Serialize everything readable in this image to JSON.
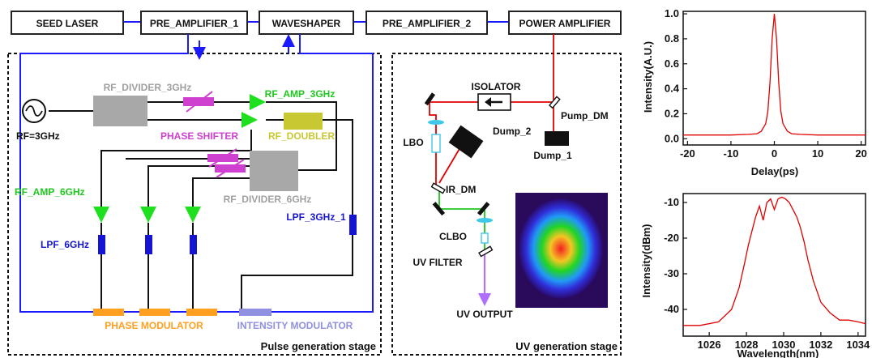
{
  "diagram": {
    "boxes": {
      "seed_laser": "SEED LASER",
      "pre_amp_1": "PRE_AMPLIFIER_1",
      "waveshaper": "WAVESHAPER",
      "pre_amp_2": "PRE_AMPLIFIER_2",
      "power_amp": "POWER AMPLIFIER"
    },
    "pulse_stage": {
      "rf_source": "RF=3GHz",
      "rf_divider_3ghz": "RF_DIVIDER_3GHz",
      "rf_amp_3ghz": "RF_AMP_3GHz",
      "phase_shifter": "PHASE SHIFTER",
      "rf_doubler": "RF_DOUBLER",
      "rf_divider_6ghz": "RF_DIVIDER_6GHz",
      "rf_amp_6ghz": "RF_AMP_6GHz",
      "lpf_6ghz": "LPF_6GHz",
      "lpf_3ghz_1": "LPF_3GHz_1",
      "phase_modulator": "PHASE MODULATOR",
      "intensity_modulator": "INTENSITY MODULATOR",
      "stage_label": "Pulse generation stage"
    },
    "uv_stage": {
      "isolator": "ISOLATOR",
      "pump_dm": "Pump_DM",
      "dump_1": "Dump_1",
      "dump_2": "Dump_2",
      "lbo": "LBO",
      "ir_dm": "IR_DM",
      "clbo": "CLBO",
      "uv_filter": "UV FILTER",
      "uv_output": "UV OUTPUT",
      "stage_label": "UV generation stage"
    },
    "colors": {
      "optical_fiber": "#1a1aff",
      "red_beam": "#e00000",
      "green_beam": "#1ec81e",
      "uv_beam": "#b070ff",
      "rf_amp": "#1ee01e",
      "phase_shifter": "#d040d0",
      "rf_doubler": "#c8c832",
      "divider": "#a8a8a8",
      "lpf": "#1414d2",
      "phase_modulator": "#ffa020",
      "intensity_modulator": "#9090e0",
      "lens": "#40c8e8"
    }
  },
  "chart_data": [
    {
      "type": "line",
      "title": "",
      "xlabel": "Delay(ps)",
      "ylabel": "Intensity(A.U.)",
      "xlim": [
        -21,
        21
      ],
      "ylim": [
        -0.05,
        1.02
      ],
      "xticks": [
        "-20",
        "-10",
        "0",
        "10",
        "20"
      ],
      "yticks": [
        "0.0",
        "0.2",
        "0.4",
        "0.6",
        "0.8",
        "1.0"
      ],
      "series": [
        {
          "color": "#e00000",
          "x": [
            -21,
            -15,
            -10,
            -6,
            -4,
            -3,
            -2,
            -1.5,
            -1,
            -0.5,
            0,
            0.5,
            1,
            1.5,
            2,
            3,
            4,
            6,
            10,
            15,
            21
          ],
          "y": [
            0.03,
            0.03,
            0.03,
            0.035,
            0.04,
            0.06,
            0.12,
            0.22,
            0.45,
            0.8,
            1.0,
            0.8,
            0.45,
            0.22,
            0.12,
            0.06,
            0.04,
            0.035,
            0.03,
            0.03,
            0.03
          ]
        }
      ]
    },
    {
      "type": "line",
      "title": "",
      "xlabel": "Wavelength(nm)",
      "ylabel": "Intensity(dBm)",
      "xlim": [
        1024.6,
        1034.4
      ],
      "ylim": [
        -47.5,
        -7.5
      ],
      "xticks": [
        "1026",
        "1028",
        "1030",
        "1032",
        "1034"
      ],
      "yticks": [
        "-10",
        "-20",
        "-30",
        "-40"
      ],
      "series": [
        {
          "color": "#e00000",
          "x": [
            1024.6,
            1025.5,
            1026.5,
            1027.2,
            1027.6,
            1027.9,
            1028.1,
            1028.3,
            1028.5,
            1028.7,
            1028.9,
            1029.1,
            1029.3,
            1029.5,
            1029.7,
            1029.9,
            1030.1,
            1030.3,
            1030.5,
            1030.7,
            1030.9,
            1031.1,
            1031.3,
            1031.6,
            1032.0,
            1032.5,
            1033.0,
            1033.5,
            1034.0,
            1034.4
          ],
          "y": [
            -44.5,
            -44.5,
            -43.5,
            -40,
            -34,
            -27,
            -22,
            -18,
            -14,
            -11,
            -15,
            -10,
            -9,
            -12,
            -9,
            -8.5,
            -9,
            -10,
            -12,
            -14,
            -17,
            -21,
            -26,
            -32,
            -38,
            -41,
            -43,
            -43,
            -43.5,
            -44
          ]
        }
      ]
    }
  ]
}
